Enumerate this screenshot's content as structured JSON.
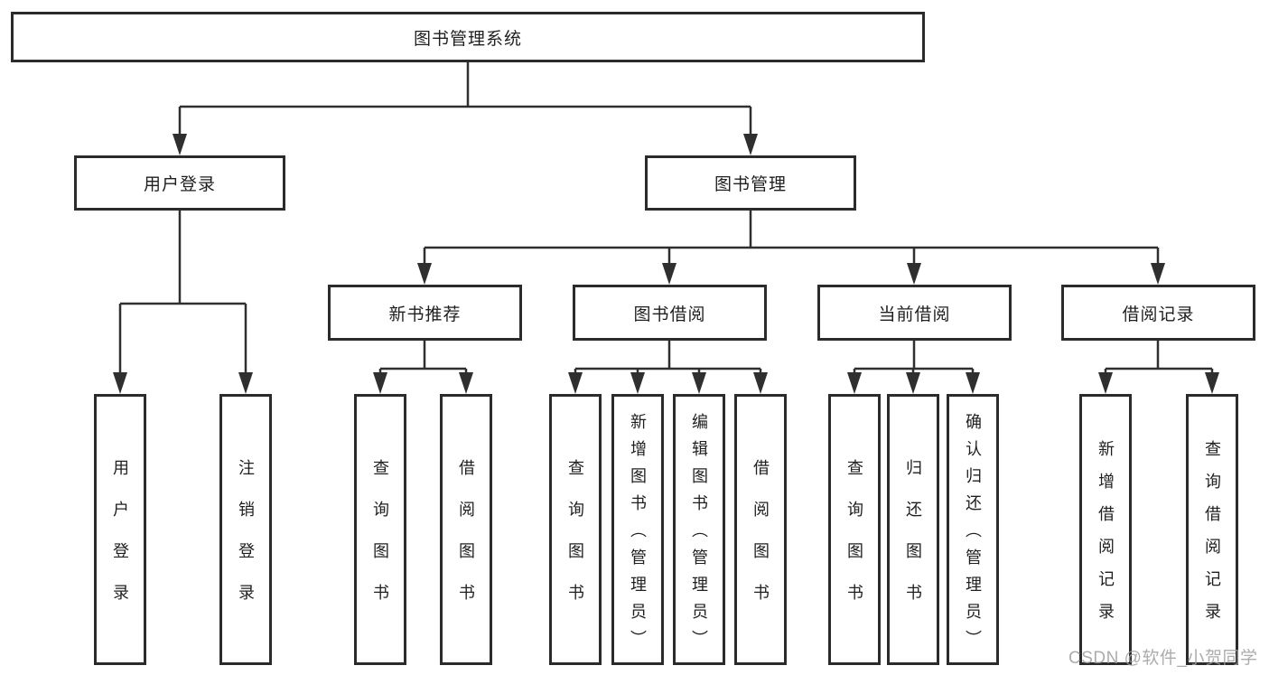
{
  "diagram_type": "hierarchy-tree",
  "tree": {
    "label": "图书管理系统",
    "children": [
      {
        "key": "user-login",
        "label": "用户登录",
        "children": [
          {
            "key": "login",
            "label": "用户登录"
          },
          {
            "key": "logout",
            "label": "注销登录"
          }
        ]
      },
      {
        "key": "book-management",
        "label": "图书管理",
        "children": [
          {
            "key": "new-book-recommendation",
            "label": "新书推荐",
            "children": [
              {
                "key": "query-books",
                "label": "查询图书"
              },
              {
                "key": "borrow-books",
                "label": "借阅图书"
              }
            ]
          },
          {
            "key": "book-borrowing",
            "label": "图书借阅",
            "children": [
              {
                "key": "query-books",
                "label": "查询图书"
              },
              {
                "key": "add-books-admin",
                "label": "新增图书（管理员）"
              },
              {
                "key": "edit-books-admin",
                "label": "编辑图书（管理员）"
              },
              {
                "key": "borrow-books",
                "label": "借阅图书"
              }
            ]
          },
          {
            "key": "current-borrowing",
            "label": "当前借阅",
            "children": [
              {
                "key": "query-books",
                "label": "查询图书"
              },
              {
                "key": "return-books",
                "label": "归还图书"
              },
              {
                "key": "confirm-return-admin",
                "label": "确认归还（管理员）"
              }
            ]
          },
          {
            "key": "borrowing-records",
            "label": "借阅记录",
            "children": [
              {
                "key": "add-borrow-record",
                "label": "新增借阅记录"
              },
              {
                "key": "query-borrow-record",
                "label": "查询借阅记录"
              }
            ]
          }
        ]
      }
    ]
  },
  "watermark": {
    "text": "CSDN @软件_小贺同学"
  },
  "colors": {
    "background": "#ffffff",
    "line": "#2f2f2f",
    "box_border": "#2b2b2b",
    "text": "#1f1f1f",
    "watermark": "#9e9e9e"
  }
}
